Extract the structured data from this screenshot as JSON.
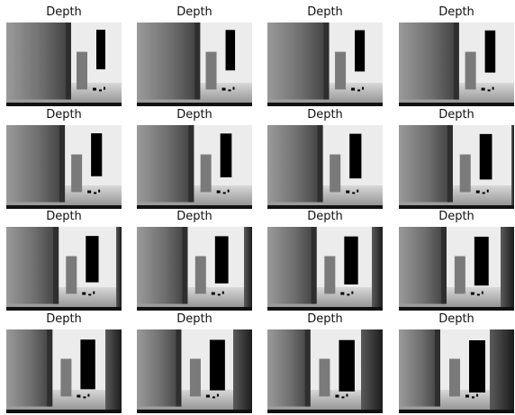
{
  "figure": {
    "panels": [
      {
        "title": "Depth"
      },
      {
        "title": "Depth"
      },
      {
        "title": "Depth"
      },
      {
        "title": "Depth"
      },
      {
        "title": "Depth"
      },
      {
        "title": "Depth"
      },
      {
        "title": "Depth"
      },
      {
        "title": "Depth"
      },
      {
        "title": "Depth"
      },
      {
        "title": "Depth"
      },
      {
        "title": "Depth"
      },
      {
        "title": "Depth"
      },
      {
        "title": "Depth"
      },
      {
        "title": "Depth"
      },
      {
        "title": "Depth"
      },
      {
        "title": "Depth"
      }
    ]
  },
  "palette": {
    "background": "#ffffff",
    "title_text": "#111111",
    "hole": "#000000",
    "near": "#f4f4f4",
    "far": "#3a3a3a"
  }
}
